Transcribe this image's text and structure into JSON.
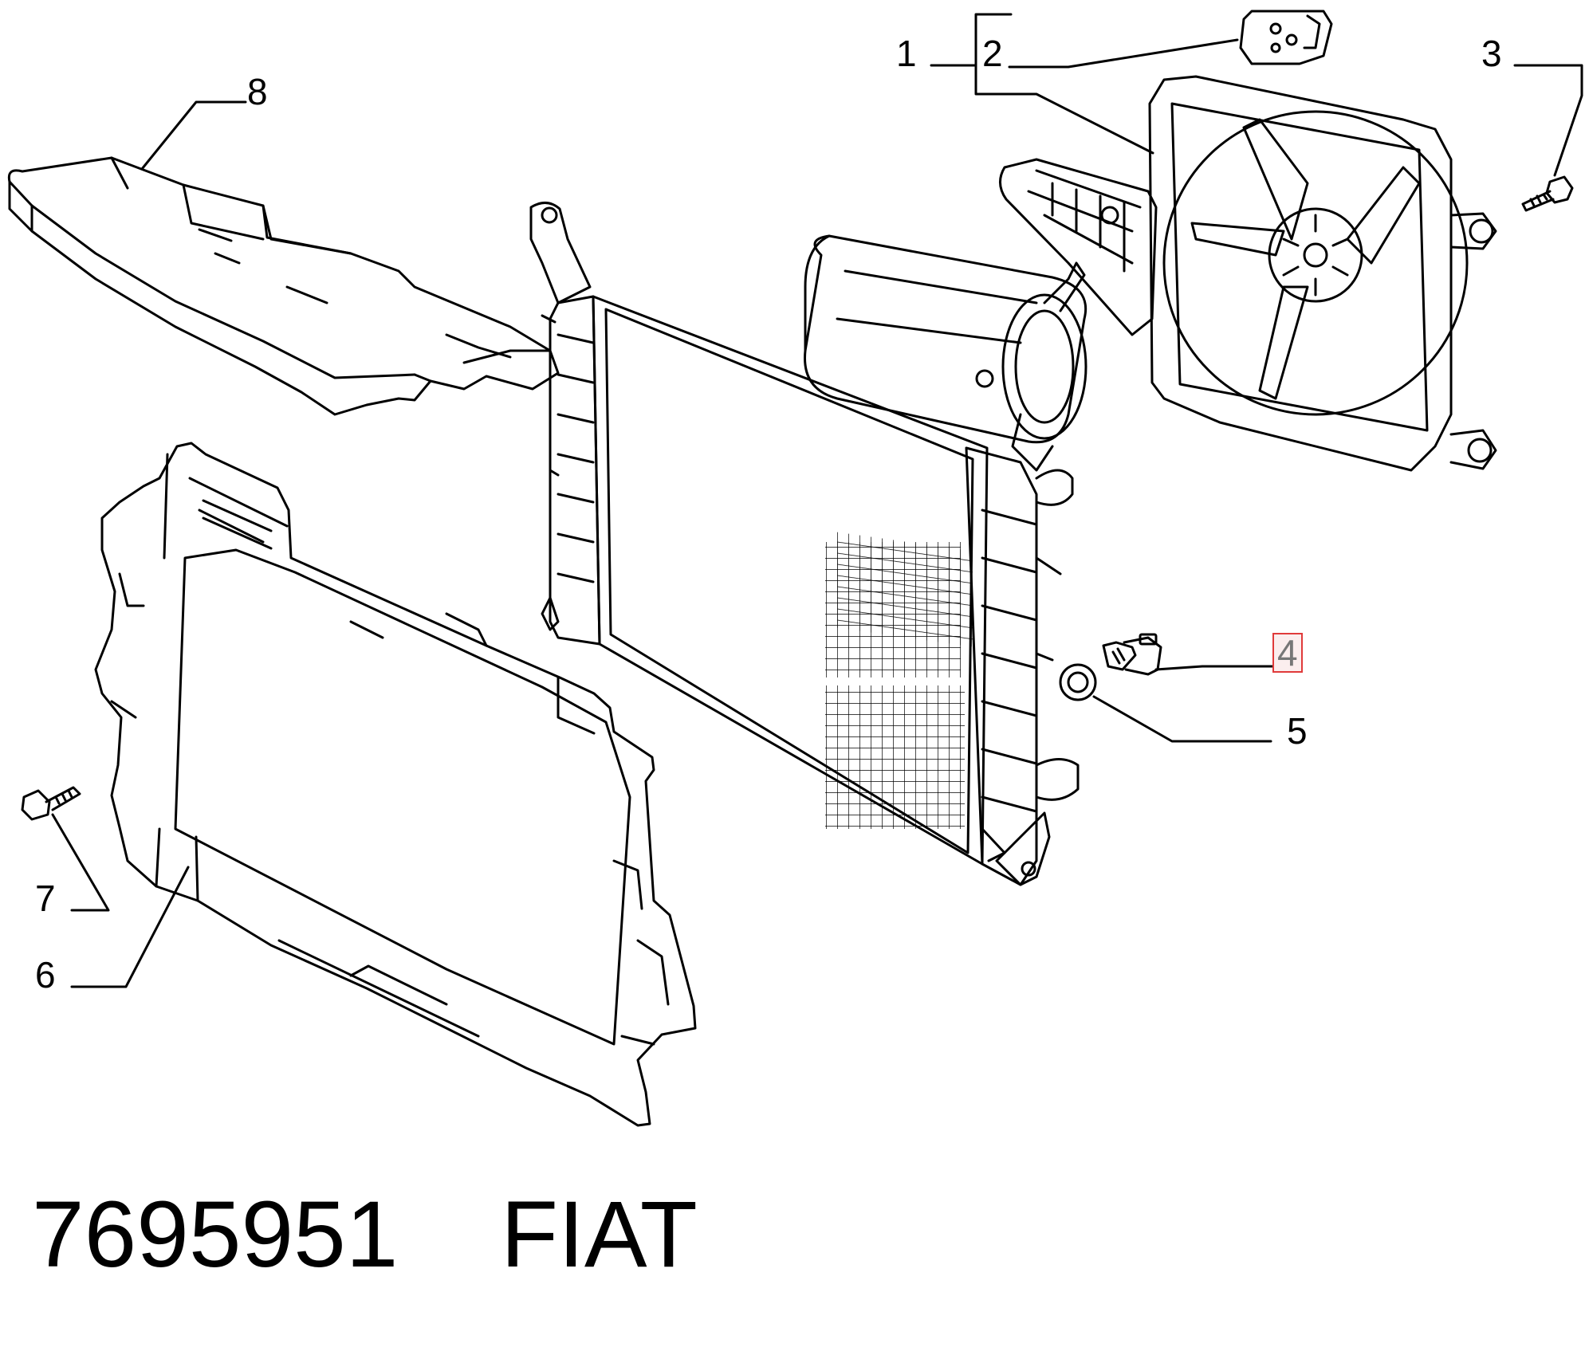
{
  "callouts": [
    "1",
    "2",
    "3",
    "4",
    "5",
    "6",
    "7",
    "8"
  ],
  "highlighted_callout": "4",
  "highlight_color": "#e03a3a",
  "footer": {
    "part_number": "7695951",
    "brand": "FIAT"
  }
}
